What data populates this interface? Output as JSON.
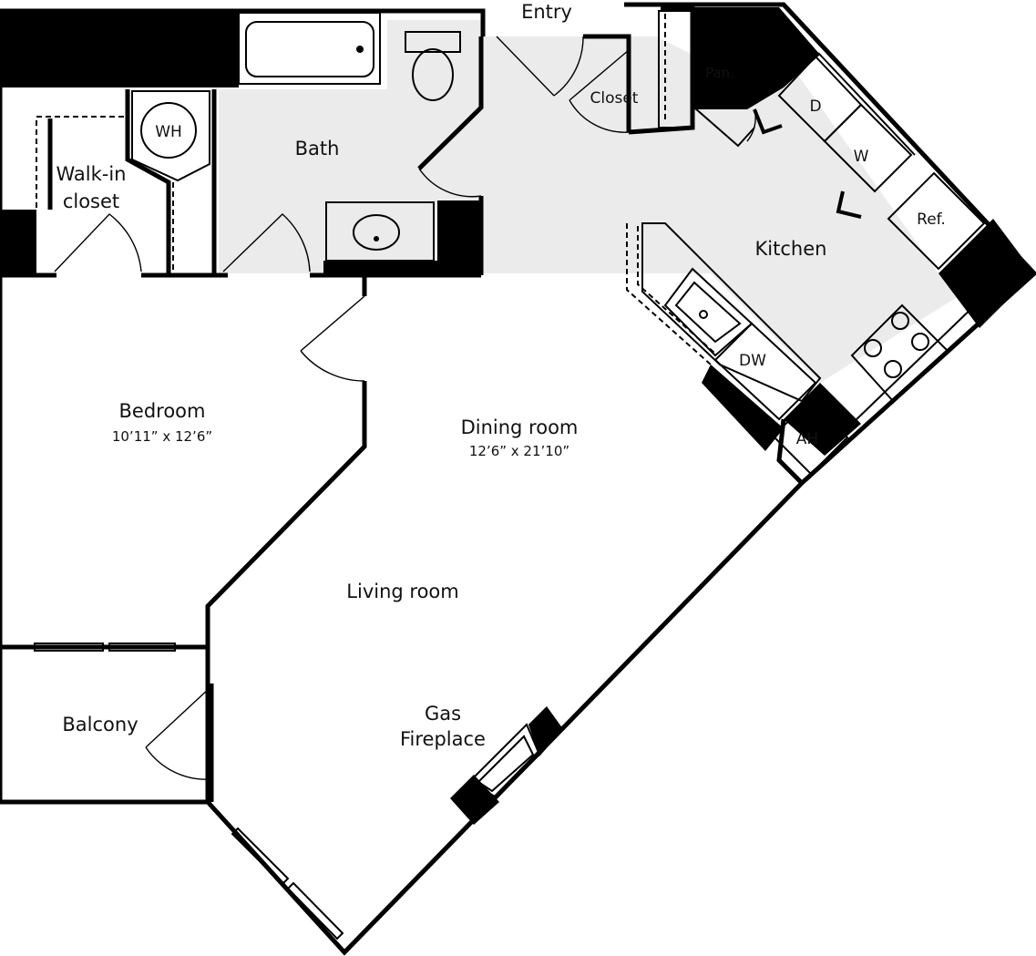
{
  "rooms": {
    "entry": "Entry",
    "closet_entry": "Closet",
    "pantry": "Pan.",
    "walkin_line1": "Walk-in",
    "walkin_line2": "closet",
    "water_heater": "WH",
    "bath": "Bath",
    "kitchen": "Kitchen",
    "dryer": "D",
    "washer": "W",
    "refrigerator": "Ref.",
    "dishwasher": "DW",
    "air_handler": "AH",
    "bedroom": "Bedroom",
    "bedroom_dim": "10’11” x 12’6”",
    "dining": "Dining room",
    "dining_dim": "12’6” x 21’10”",
    "living": "Living room",
    "balcony": "Balcony",
    "fireplace_line1": "Gas",
    "fireplace_line2": "Fireplace"
  },
  "colors": {
    "wall": "#000000",
    "wet_area_fill": "#ebebeb",
    "background": "#ffffff"
  }
}
